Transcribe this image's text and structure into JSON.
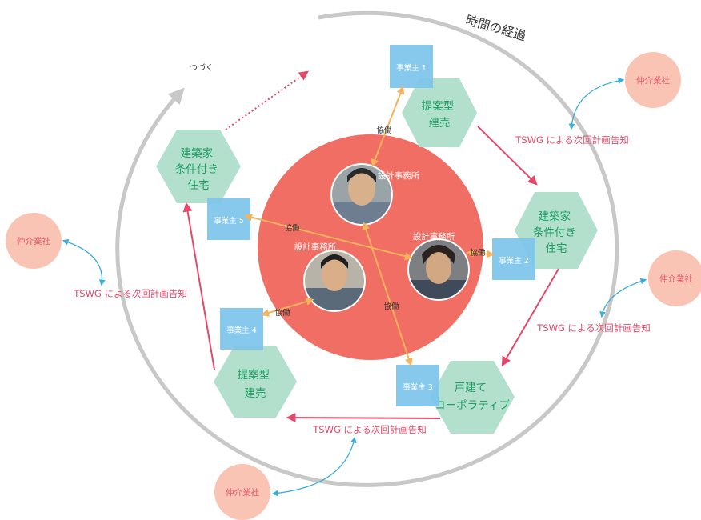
{
  "time_label": "時間の経過",
  "continue_label": "つづく",
  "core": {
    "offices": [
      "設計事務所",
      "設計事務所",
      "設計事務所"
    ],
    "collab": [
      "協働",
      "協働",
      "協働",
      "協働",
      "協働"
    ]
  },
  "owners": [
    "事業主 1",
    "事業主 2",
    "事業主 3",
    "事業主 4",
    "事業主 5"
  ],
  "hexes": [
    {
      "lines": [
        "提案型",
        "建売"
      ]
    },
    {
      "lines": [
        "建築家",
        "条件付き",
        "住宅"
      ]
    },
    {
      "lines": [
        "戸建て",
        "コーポラティブ"
      ]
    },
    {
      "lines": [
        "提案型",
        "建売"
      ]
    },
    {
      "lines": [
        "建築家",
        "条件付き",
        "住宅"
      ]
    }
  ],
  "agents": [
    "仲介業社",
    "仲介業社",
    "仲介業社",
    "仲介業社"
  ],
  "tswg": [
    "TSWG による次回計画告知",
    "TSWG による次回計画告知",
    "TSWG による次回計画告知",
    "TSWG による次回計画告知"
  ],
  "colors": {
    "core": "#f06e63",
    "hex": "#b2e0cd",
    "owner": "#7dc4ec",
    "agent": "#f9c4b3",
    "ring": "#c8c8c8",
    "collab_arrow": "#f5b35c",
    "flow_arrow": "#e5486a",
    "agent_arrow": "#3aaed8"
  }
}
